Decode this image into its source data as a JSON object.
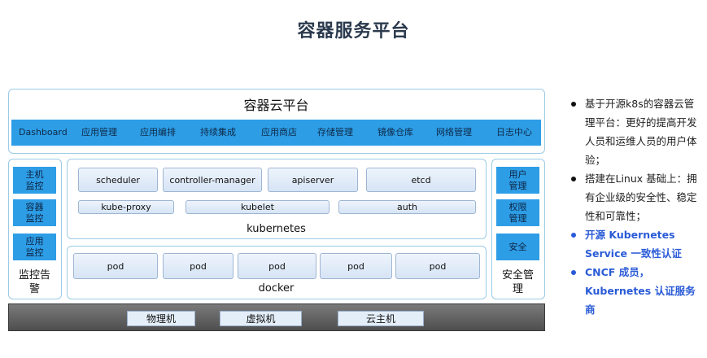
{
  "title": "容器服务平台",
  "cloud": {
    "title": "容器云平台",
    "nav": [
      "Dashboard",
      "应用管理",
      "应用编排",
      "持续集成",
      "应用商店",
      "存储管理",
      "镜像仓库",
      "网络管理",
      "日志中心"
    ]
  },
  "monitoring": {
    "items": [
      [
        "主机",
        "监控"
      ],
      [
        "容器",
        "监控"
      ],
      [
        "应用",
        "监控"
      ]
    ],
    "caption_lines": [
      "监控告",
      "警"
    ]
  },
  "kubernetes": {
    "row1": [
      "scheduler",
      "controller-manager",
      "apiserver",
      "etcd"
    ],
    "row2": [
      "kube-proxy",
      "kubelet",
      "auth"
    ],
    "caption": "kubernetes"
  },
  "docker": {
    "pods": [
      "pod",
      "pod",
      "pod",
      "pod",
      "pod"
    ],
    "caption": "docker"
  },
  "security": {
    "items": [
      [
        "用户",
        "管理"
      ],
      [
        "权限",
        "管理"
      ],
      [
        "安全"
      ]
    ],
    "caption_lines": [
      "安全管",
      "理"
    ]
  },
  "hardware": [
    "物理机",
    "虚拟机",
    "云主机"
  ],
  "notes": [
    {
      "text": "基于开源k8s的容器云管理平台：更好的提高开发人员和运维人员的用户体验；",
      "highlight": false
    },
    {
      "text": "搭建在Linux 基础上：拥有企业级的安全性、稳定性和可靠性；",
      "highlight": false
    },
    {
      "text": "开源 Kubernetes Service 一致性认证",
      "highlight": true
    },
    {
      "text": "CNCF 成员，Kubernetes 认证服务商",
      "highlight": true
    }
  ],
  "colors": {
    "accent_blue": "#2d9de6",
    "panel_border": "#9ccbe6",
    "highlight_text": "#2a5bd7",
    "hardware_bar": "#5a5a5a"
  }
}
